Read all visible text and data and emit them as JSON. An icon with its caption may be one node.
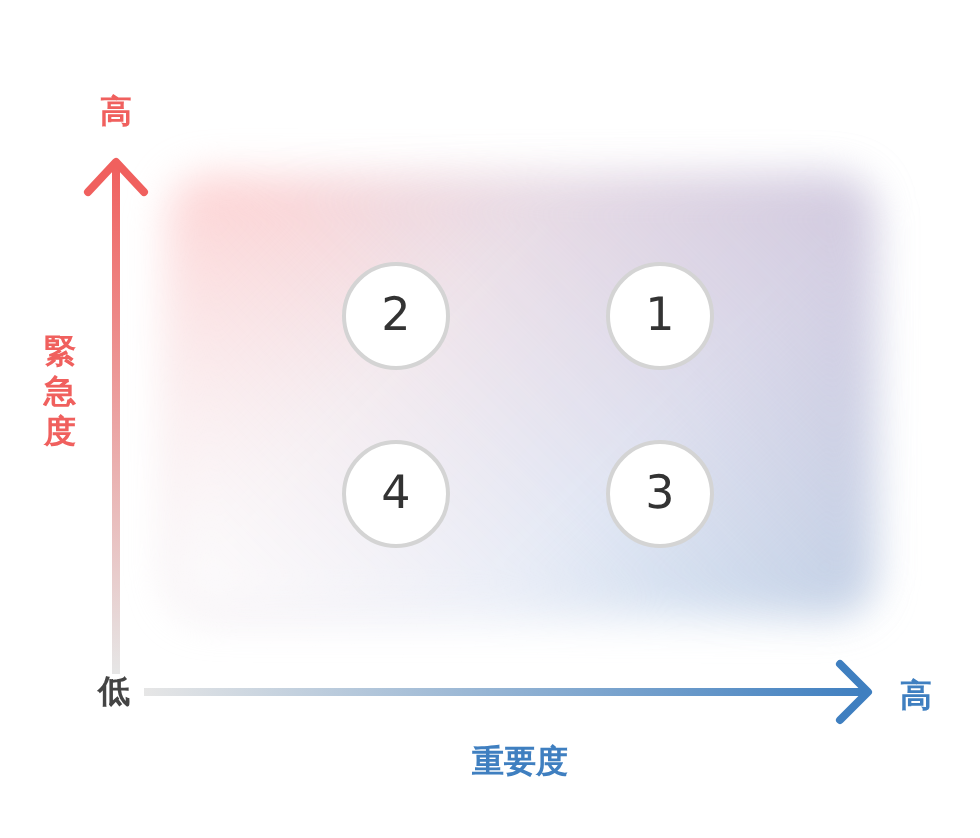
{
  "diagram": {
    "nodes": [
      {
        "text": [
          "2"
        ]
      },
      {
        "text": [
          "1"
        ]
      },
      {
        "text": [
          "4"
        ]
      },
      {
        "text": [
          "3"
        ]
      }
    ],
    "labels": [
      "高",
      "緊急度",
      "低",
      "高",
      "重要度"
    ]
  }
}
